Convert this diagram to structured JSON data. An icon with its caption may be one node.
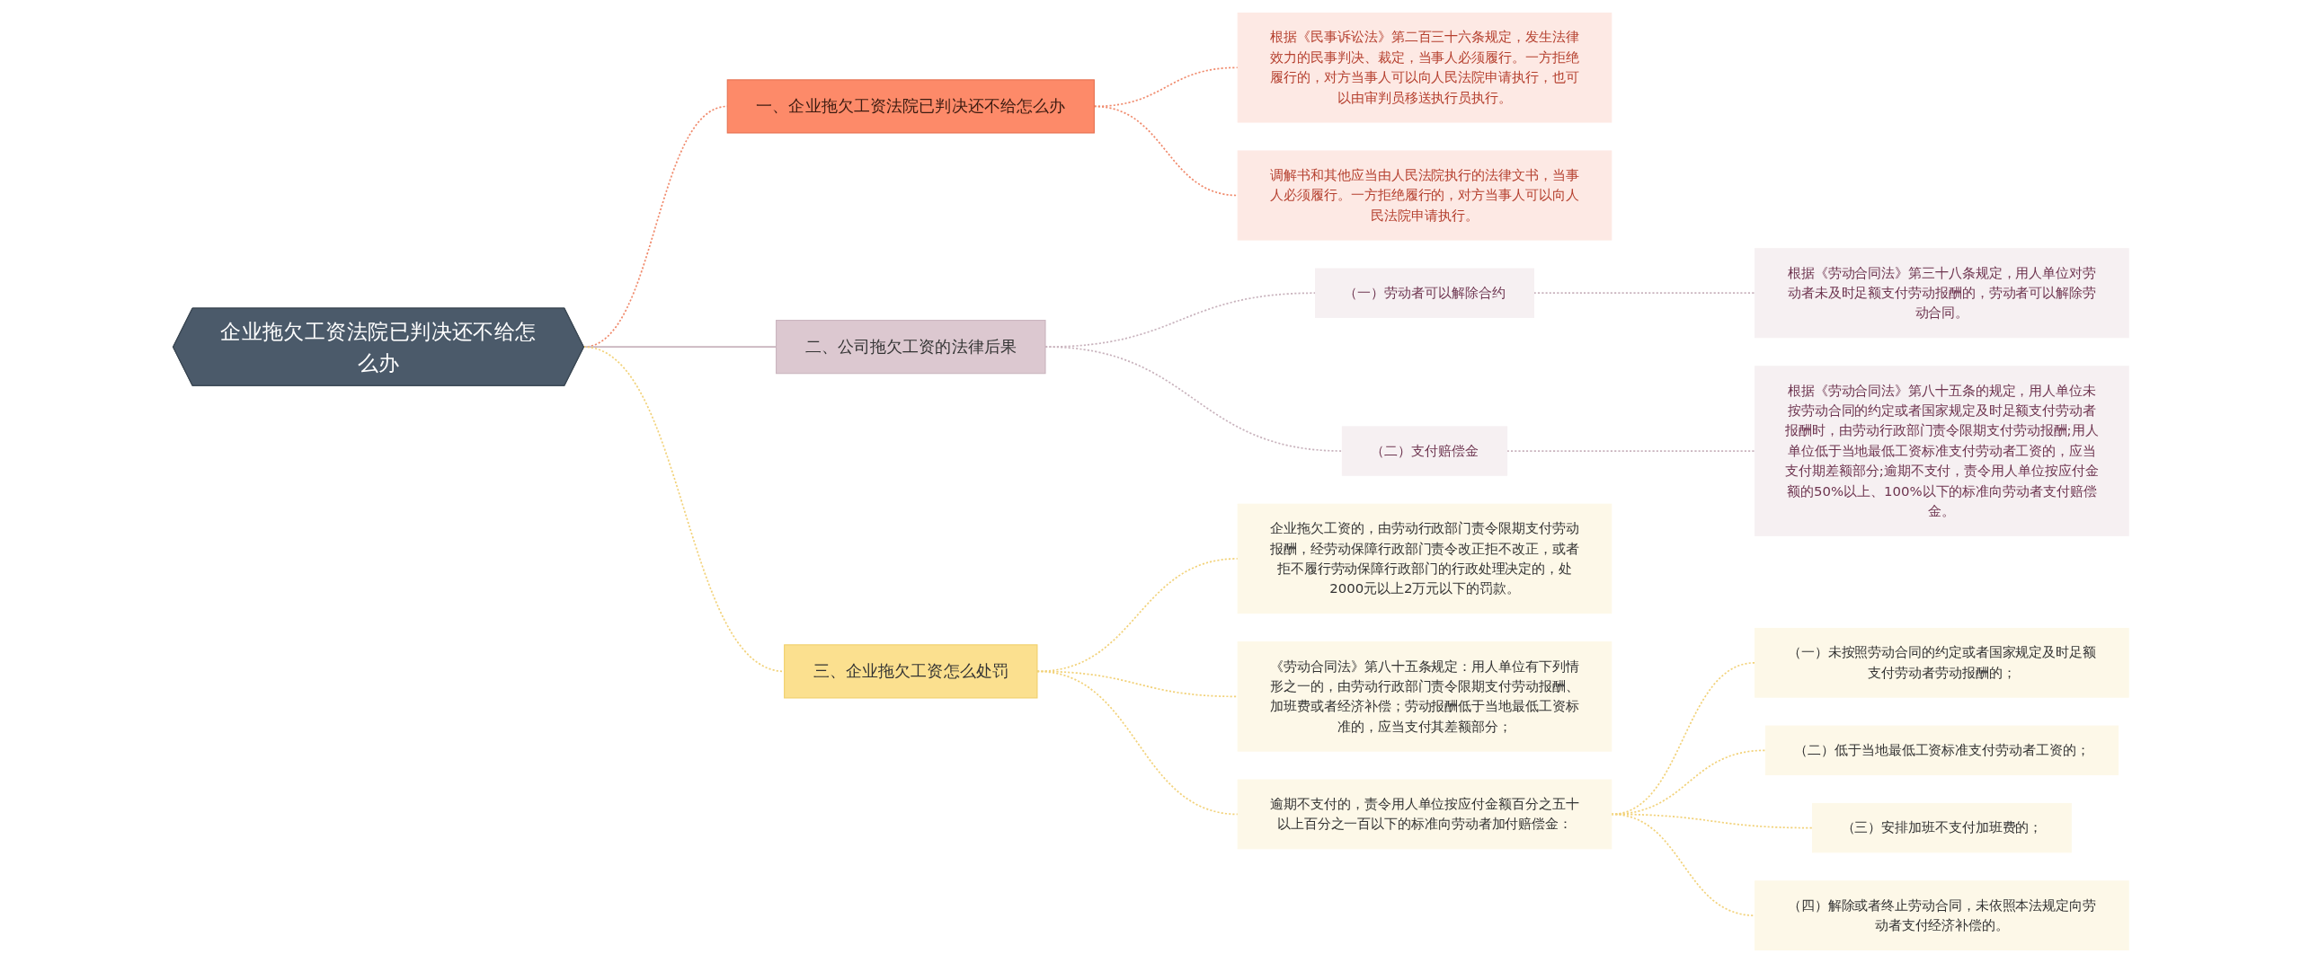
{
  "diagram": {
    "nodes": [
      {
        "text": [
          "企业拖欠工资法院已判决还不给怎么办"
        ]
      },
      {
        "text": [
          "一、企业拖欠工资法院已判决还不给怎么办"
        ]
      },
      {
        "text": [
          "根据《民事诉讼法》第二百三十六条规定，发生法律效力的民事判决、裁定，当事人必须履行。一方拒绝履行的，对方当事人可以向人民法院申请执行，也可以由审判员移送执行员执行。"
        ]
      },
      {
        "text": [
          "调解书和其他应当由人民法院执行的法律文书，当事人必须履行。一方拒绝履行的，对方当事人可以向人民法院申请执行。"
        ]
      },
      {
        "text": [
          "二、公司拖欠工资的法律后果"
        ]
      },
      {
        "text": [
          "（一）劳动者可以解除合约"
        ]
      },
      {
        "text": [
          "根据《劳动合同法》第三十八条规定，用人单位对劳动者未及时足额支付劳动报酬的，劳动者可以解除劳动合同。"
        ]
      },
      {
        "text": [
          "（二）支付赔偿金"
        ]
      },
      {
        "text": [
          "根据《劳动合同法》第八十五条的规定，用人单位未按劳动合同的约定或者国家规定及时足额支付劳动者报酬时，由劳动行政部门责令限期支付劳动报酬;用人单位低于当地最低工资标准支付劳动者工资的，应当支付期差额部分;逾期不支付，责令用人单位按应付金额的50%以上、100%以下的标准向劳动者支付赔偿金。"
        ]
      },
      {
        "text": [
          "三、企业拖欠工资怎么处罚"
        ]
      },
      {
        "text": [
          "企业拖欠工资的，由劳动行政部门责令限期支付劳动报酬，经劳动保障行政部门责令改正拒不改正，或者拒不履行劳动保障行政部门的行政处理决定的，处2000元以上2万元以下的罚款。"
        ]
      },
      {
        "text": [
          "《劳动合同法》第八十五条规定：用人单位有下列情形之一的，由劳动行政部门责令限期支付劳动报酬、加班费或者经济补偿；劳动报酬低于当地最低工资标准的，应当支付其差额部分；"
        ]
      },
      {
        "text": [
          "逾期不支付的，责令用人单位按应付金额百分之五十以上百分之一百以下的标准向劳动者加付赔偿金："
        ]
      },
      {
        "text": [
          "（一）未按照劳动合同的约定或者国家规定及时足额支付劳动者劳动报酬的；"
        ]
      },
      {
        "text": [
          "（二）低于当地最低工资标准支付劳动者工资的；"
        ]
      },
      {
        "text": [
          "（三）安排加班不支付加班费的；"
        ]
      },
      {
        "text": [
          "（四）解除或者终止劳动合同，未依照本法规定向劳动者支付经济补偿的。"
        ]
      }
    ],
    "edges": [
      {
        "from": 0,
        "to": 1,
        "arrow": "none",
        "style": "dashed",
        "color": "#f08a6c"
      },
      {
        "from": 1,
        "to": 2,
        "arrow": "none",
        "style": "dashed",
        "color": "#f08a6c"
      },
      {
        "from": 1,
        "to": 3,
        "arrow": "none",
        "style": "dashed",
        "color": "#f08a6c"
      },
      {
        "from": 0,
        "to": 4,
        "arrow": "none",
        "color": "#c9b3bd"
      },
      {
        "from": 4,
        "to": 5,
        "arrow": "none",
        "style": "dashed",
        "color": "#c9b3bd"
      },
      {
        "from": 5,
        "to": 6,
        "arrow": "none",
        "style": "dashed",
        "color": "#c9b3bd"
      },
      {
        "from": 4,
        "to": 7,
        "arrow": "none",
        "style": "dashed",
        "color": "#c9b3bd"
      },
      {
        "from": 7,
        "to": 8,
        "arrow": "none",
        "style": "dashed",
        "color": "#c9b3bd"
      },
      {
        "from": 0,
        "to": 9,
        "arrow": "none",
        "style": "dashed"
      },
      {
        "from": 9,
        "to": 10,
        "arrow": "none",
        "style": "dashed"
      },
      {
        "from": 9,
        "to": 11,
        "arrow": "none",
        "style": "dashed"
      },
      {
        "from": 9,
        "to": 12,
        "arrow": "none",
        "style": "dashed"
      },
      {
        "from": 12,
        "to": 13,
        "arrow": "none",
        "style": "dashed"
      },
      {
        "from": 12,
        "to": 14,
        "arrow": "none",
        "style": "dashed"
      },
      {
        "from": 12,
        "to": 15,
        "arrow": "none",
        "style": "dashed"
      },
      {
        "from": 12,
        "to": 16,
        "arrow": "none",
        "style": "dashed"
      }
    ]
  }
}
